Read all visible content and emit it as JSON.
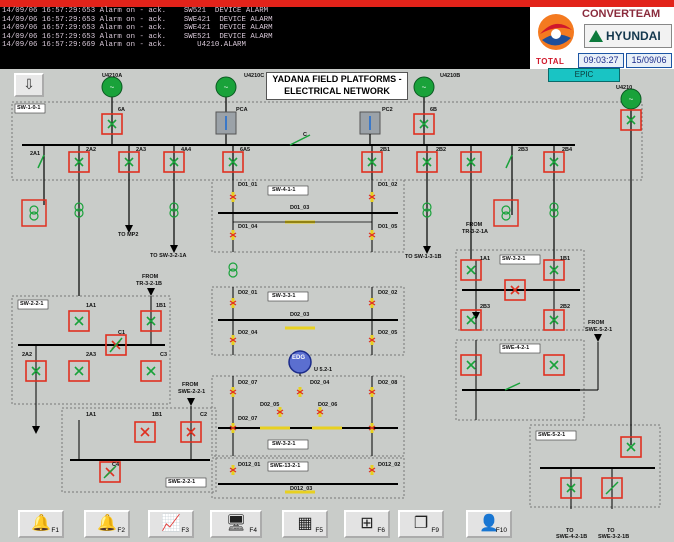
{
  "alarms": [
    "14/09/06 16:57:29:653 Alarm on - ack.    SW521  DEVICE ALARM",
    "14/09/06 16:57:29:653 Alarm on - ack.    SWE421  DEVICE ALARM",
    "14/09/06 16:57:29:653 Alarm on - ack.    SWE421  DEVICE ALARM",
    "14/09/06 16:57:29:653 Alarm on - ack.    SWE521  DEVICE ALARM",
    "14/09/06 16:57:29:669 Alarm on - ack.       U4210.ALARM"
  ],
  "branding": {
    "total": "TOTAL",
    "converteam": "CONVERTEAM",
    "hyundai": "HYUNDAI"
  },
  "header": {
    "time": "09:03:27",
    "date": "15/09/06",
    "title_line1": "YADANA FIELD PLATFORMS -",
    "title_line2": "ELECTRICAL NETWORK",
    "status": "EPIC"
  },
  "colors": {
    "breaker_frame": "#e03020",
    "closed_mark": "#19a23a",
    "open_mark": "#e03020",
    "generator": "#19a23a",
    "edg": "#3a4fb8",
    "busbar": "#000000",
    "transformer": "#19a23a"
  },
  "generators": {
    "g1": "U4210A",
    "g2": "U4210C",
    "g3": "U4210B",
    "g4": "U4210",
    "edg": "EDG",
    "edg_sub": "U 5.2-1"
  },
  "switchboards": {
    "main": "SW-1-0-1",
    "sw41": "SW-4-1-1",
    "sw33": "SW-3-3-1",
    "sw32": "SW-3-2-1",
    "sw42": "SWE-4-2-1",
    "sw22": "SW-2-2-1",
    "sw21": "SWE-2-2-1",
    "swe21": "SWE-2-2-1",
    "swe13": "SWE-13-2-1",
    "sw52": "SWE-5-2-1",
    "sw32b": "SW-3-2-1"
  },
  "feeders": {
    "mp2": "TO MP2",
    "to_sw32": "TO SW-3-2-1A",
    "to_sw13": "TO SW-1-3-1B",
    "from_t1": "FROM",
    "from_t1b": "TR-3-2-1B",
    "from_t2": "FROM",
    "from_t2b": "TR-3-2-1A",
    "from_swe52": "FROM",
    "from_swe52b": "SWE-5-2-1",
    "from_swe22": "FROM",
    "from_swe22b": "SWE-2-2-1",
    "to_swe42": "TO",
    "to_swe42b": "SWE-4-2-1B",
    "to_swe32": "TO",
    "to_swe32b": "SWE-3-2-1B"
  },
  "breaker_labels": {
    "a": "6A",
    "b": "6B",
    "pca": "PCA",
    "pc2": "PC2",
    "c": "C",
    "1a1": "2A1",
    "1a2": "2A2",
    "1a3": "2A3",
    "1a4": "4A4",
    "1a5": "6A5",
    "1b1": "2B1",
    "1b2": "2B2",
    "1b3": "2B3",
    "1b4": "2B4",
    "d1": "D01_01",
    "d2": "D01_02",
    "d3": "D01_03",
    "d4": "D01_04",
    "d5": "D01_05",
    "e1": "D02_01",
    "e2": "D02_02",
    "e3": "D02_03",
    "e4": "D02_04",
    "e5": "D02_05",
    "f1": "D02_07",
    "f2": "D02_08",
    "f3": "D02_04",
    "f4": "D02_05",
    "f5": "D02_06",
    "f6": "D02_07",
    "g1": "D012_01",
    "g2": "D012_02",
    "g3": "D012_03",
    "c1": "C1",
    "c2": "C2",
    "c3": "C3",
    "c4": "C4",
    "a1": "1A1",
    "a2": "2A2",
    "a3": "2A3",
    "b1": "1B1",
    "b2": "2B2",
    "b3": "2B3",
    "s1": "1A1",
    "s2": "1B1",
    "s3": "1A1",
    "s4": "1B1"
  },
  "toolbar": [
    {
      "key": "F1",
      "icon": "bell-ring-icon"
    },
    {
      "key": "F2",
      "icon": "bell-icon"
    },
    {
      "key": "F3",
      "icon": "trend-chart-icon"
    },
    {
      "key": "F4",
      "icon": "workstation-icon"
    },
    {
      "key": "F5",
      "icon": "panels-icon"
    },
    {
      "key": "F6",
      "icon": "network-icon"
    },
    {
      "key": "F9",
      "icon": "windows-icon"
    },
    {
      "key": "F10",
      "icon": "user-icon"
    }
  ]
}
